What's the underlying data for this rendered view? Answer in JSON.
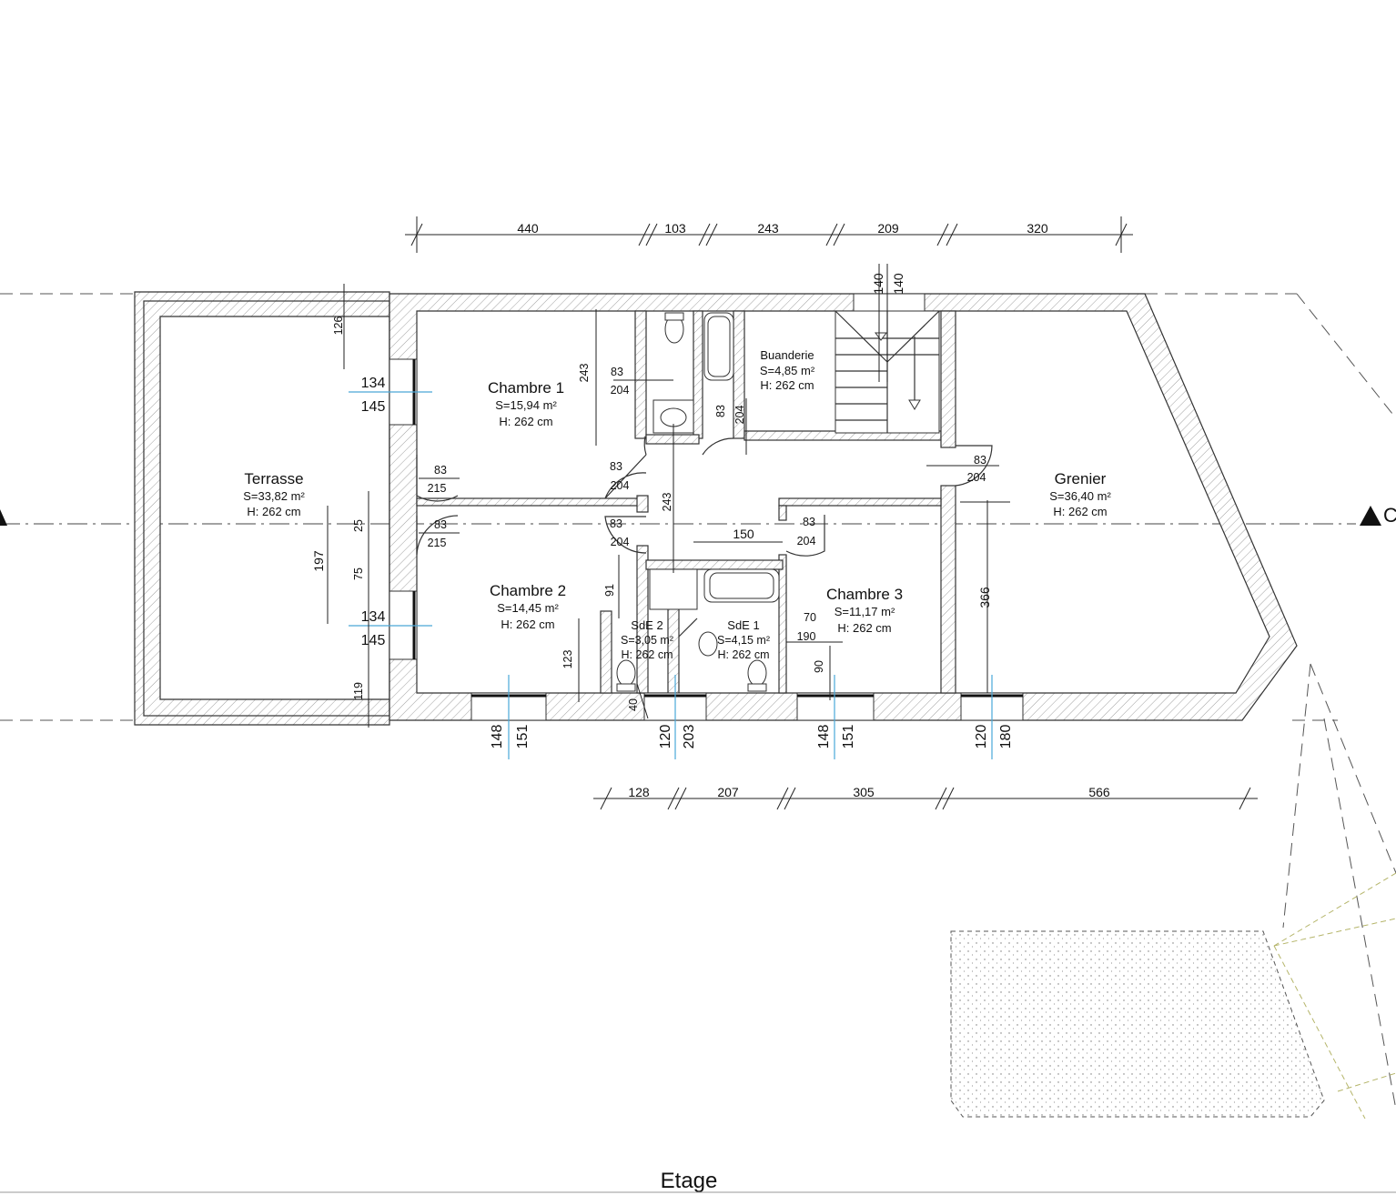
{
  "title": "Etage",
  "rooms": {
    "terrasse": {
      "name": "Terrasse",
      "area": "S=33,82 m²",
      "height": "H: 262 cm"
    },
    "chambre1": {
      "name": "Chambre 1",
      "area": "S=15,94 m²",
      "height": "H: 262 cm"
    },
    "buanderie": {
      "name": "Buanderie",
      "area": "S=4,85 m²",
      "height": "H: 262 cm"
    },
    "grenier": {
      "name": "Grenier",
      "area": "S=36,40 m²",
      "height": "H: 262 cm"
    },
    "chambre2": {
      "name": "Chambre 2",
      "area": "S=14,45 m²",
      "height": "H: 262 cm"
    },
    "sde2": {
      "name": "SdE 2",
      "area": "S=3,05 m²",
      "height": "H: 262 cm"
    },
    "sde1": {
      "name": "SdE 1",
      "area": "S=4,15 m²",
      "height": "H: 262 cm"
    },
    "chambre3": {
      "name": "Chambre 3",
      "area": "S=11,17 m²",
      "height": "H: 262 cm"
    }
  },
  "top_dimensions": [
    "440",
    "103",
    "243",
    "209",
    "320"
  ],
  "bottom_dimensions": [
    "128",
    "207",
    "305",
    "566"
  ],
  "stair_labels": [
    "140",
    "140"
  ],
  "section_marker": "C",
  "windows": {
    "west_top": [
      "134",
      "145"
    ],
    "west_bottom": [
      "134",
      "145"
    ],
    "s1": [
      "148",
      "151"
    ],
    "s2": [
      "120",
      "203"
    ],
    "s3": [
      "148",
      "151"
    ],
    "s4": [
      "120",
      "180"
    ]
  },
  "doors": {
    "ch1": [
      "83",
      "204"
    ],
    "buanderie": [
      "83",
      "204"
    ],
    "terr1": [
      "83",
      "215"
    ],
    "terr2": [
      "83",
      "215"
    ],
    "hall_ch1": [
      "83",
      "204"
    ],
    "hall_ch2": [
      "83",
      "204"
    ],
    "ch3": [
      "83",
      "204"
    ],
    "grenier": [
      "83",
      "204"
    ],
    "sde1": [
      "70",
      "190"
    ]
  },
  "misc_dimensions": {
    "terr_top": "126",
    "terr_left": "197",
    "terr_25": "25",
    "terr_75": "75",
    "terr_119": "119",
    "ch1_243": "243",
    "hall_243": "243",
    "hall_150": "150",
    "ch2_91": "91",
    "ch2_123": "123",
    "sde2_40": "40",
    "ch3_90": "90",
    "grenier_366": "366"
  }
}
